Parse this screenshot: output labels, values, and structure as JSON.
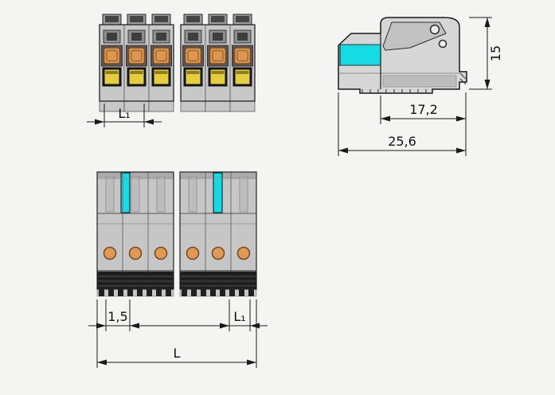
{
  "drawing": {
    "type": "dimensioned technical drawing of pluggable connector",
    "colors": {
      "background": "#f4f4f2",
      "housing_gray": "#c8c8c8",
      "highlight_cyan": "#14dbe4",
      "button_orange": "#dd9750",
      "window_yellow": "#e5ce3e",
      "comb_black": "#1f1f1f",
      "line": "#1a1a1a"
    },
    "dims": {
      "l1_top": "L₁",
      "height": "15",
      "depth_partial": "17,2",
      "depth_total": "25,6",
      "offset": "1,5",
      "l1_bottom": "L₁",
      "length": "L"
    }
  }
}
